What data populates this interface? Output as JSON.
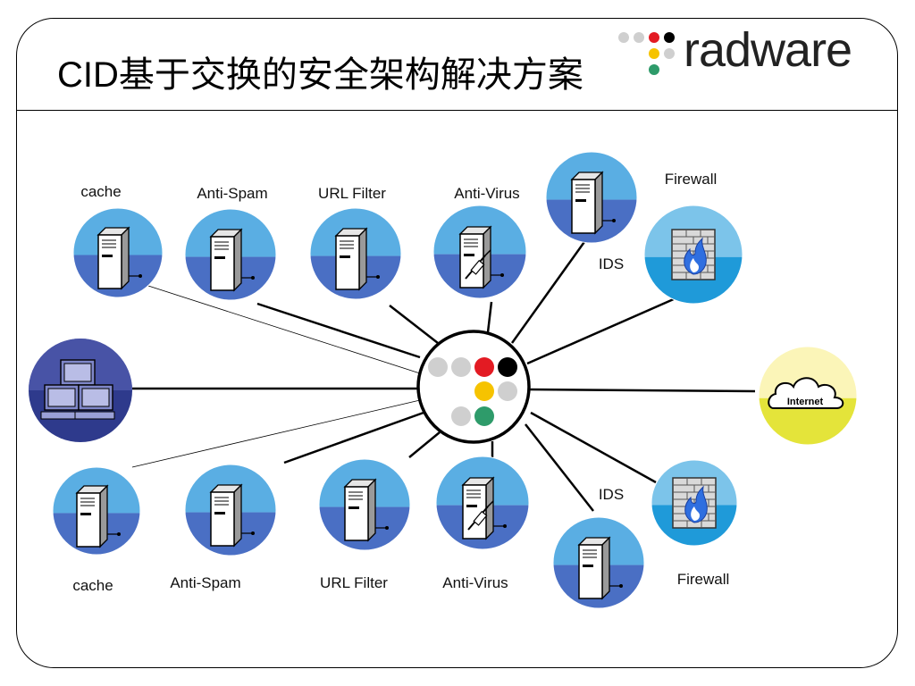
{
  "slide": {
    "title": "CID基于交换的安全架构解决方案",
    "logo_text": "radware"
  },
  "colors": {
    "circle_light": "#5aaee3",
    "circle_dark": "#4a6fc4",
    "firewall_top": "#7cc4ea",
    "firewall_bottom": "#1f9ad9",
    "lan_bg": "#2e3a8c",
    "internet_top": "#fbf5b8",
    "internet_bottom": "#e4e43a",
    "hub_red": "#e31b23",
    "hub_black": "#000000",
    "hub_yellow": "#f6c300",
    "hub_green": "#2e9b6a",
    "hub_gray": "#cfcfcf"
  },
  "top_row": [
    {
      "label": "cache",
      "icon": "server-icon"
    },
    {
      "label": "Anti-Spam",
      "icon": "server-icon"
    },
    {
      "label": "URL Filter",
      "icon": "server-icon"
    },
    {
      "label": "Anti-Virus",
      "icon": "antivirus-server-icon"
    },
    {
      "label": "IDS",
      "icon": "server-icon"
    },
    {
      "label": "Firewall",
      "icon": "firewall-icon"
    }
  ],
  "bottom_row": [
    {
      "label": "cache",
      "icon": "server-icon"
    },
    {
      "label": "Anti-Spam",
      "icon": "server-icon"
    },
    {
      "label": "URL Filter",
      "icon": "server-icon"
    },
    {
      "label": "Anti-Virus",
      "icon": "antivirus-server-icon"
    },
    {
      "label": "IDS",
      "icon": "server-icon"
    },
    {
      "label": "Firewall",
      "icon": "firewall-icon"
    }
  ],
  "lan": {
    "icon": "lan-computers-icon"
  },
  "internet": {
    "label": "Internet",
    "icon": "internet-cloud-icon"
  },
  "hub": {
    "icon": "radware-switch-icon"
  }
}
